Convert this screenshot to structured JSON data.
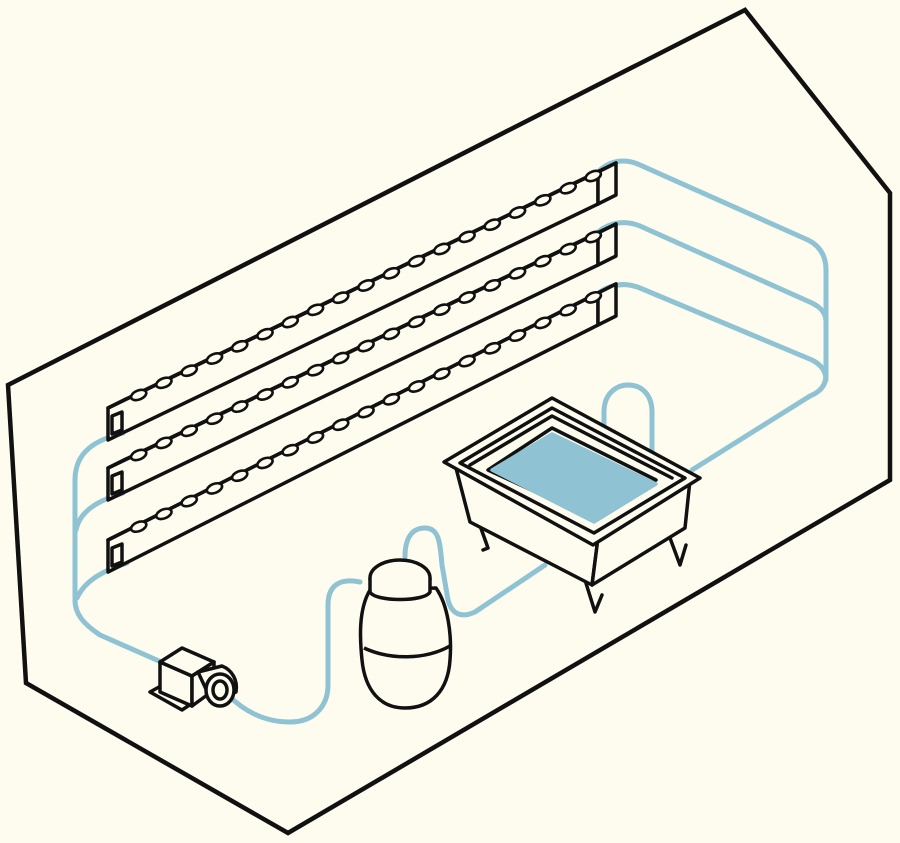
{
  "colors": {
    "background": "#fdfcef",
    "outline": "#111111",
    "water": "#8fc3d3",
    "pipe": "#8fc3d3",
    "fill_white": "#fdfcef"
  },
  "diagram": {
    "grow_channels": [
      {
        "name": "grow-channel-top",
        "holes": 19
      },
      {
        "name": "grow-channel-middle",
        "holes": 19
      },
      {
        "name": "grow-channel-bottom",
        "holes": 19
      }
    ],
    "components": [
      "enclosure",
      "reservoir-tank",
      "pump",
      "filter-canister",
      "supply-pipe",
      "return-pipes"
    ]
  }
}
